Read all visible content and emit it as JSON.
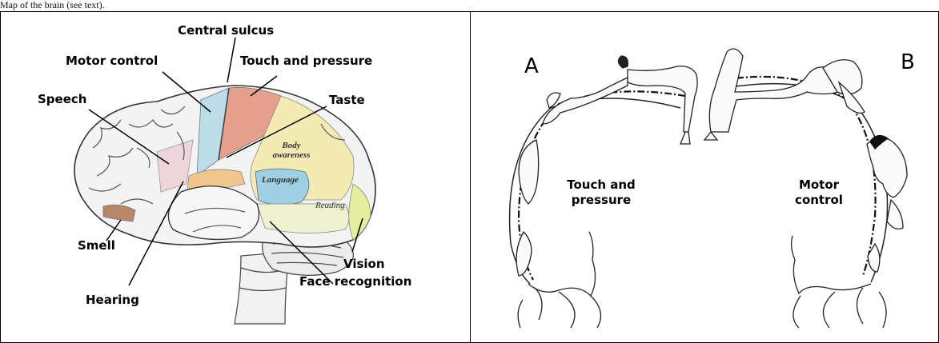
{
  "caption": "Map of the brain (see text).",
  "left_panel": {
    "labels": {
      "central_sulcus": "Central sulcus",
      "motor_control": "Motor control",
      "touch_and_pressure": "Touch and pressure",
      "speech": "Speech",
      "taste": "Taste",
      "smell": "Smell",
      "vision": "Vision",
      "face_recognition": "Face recognition",
      "hearing": "Hearing"
    },
    "inner_labels": {
      "body_awareness": "Body awareness",
      "language": "Language",
      "reading": "Reading"
    },
    "region_colors": {
      "touch_and_pressure": "#e8a08e",
      "motor_control": "#bcdde8",
      "taste_and_body": "#f4ebb4",
      "language": "#9fcfe4",
      "hearing": "#f2c58e",
      "vision": "#e4ee9c",
      "speech": "#efd4dc",
      "smell": "#b8876a"
    }
  },
  "right_panel": {
    "letters": {
      "a": "A",
      "b": "B"
    },
    "labels": {
      "touch_line1": "Touch and",
      "touch_line2": "pressure",
      "motor_line1": "Motor",
      "motor_line2": "control"
    }
  }
}
